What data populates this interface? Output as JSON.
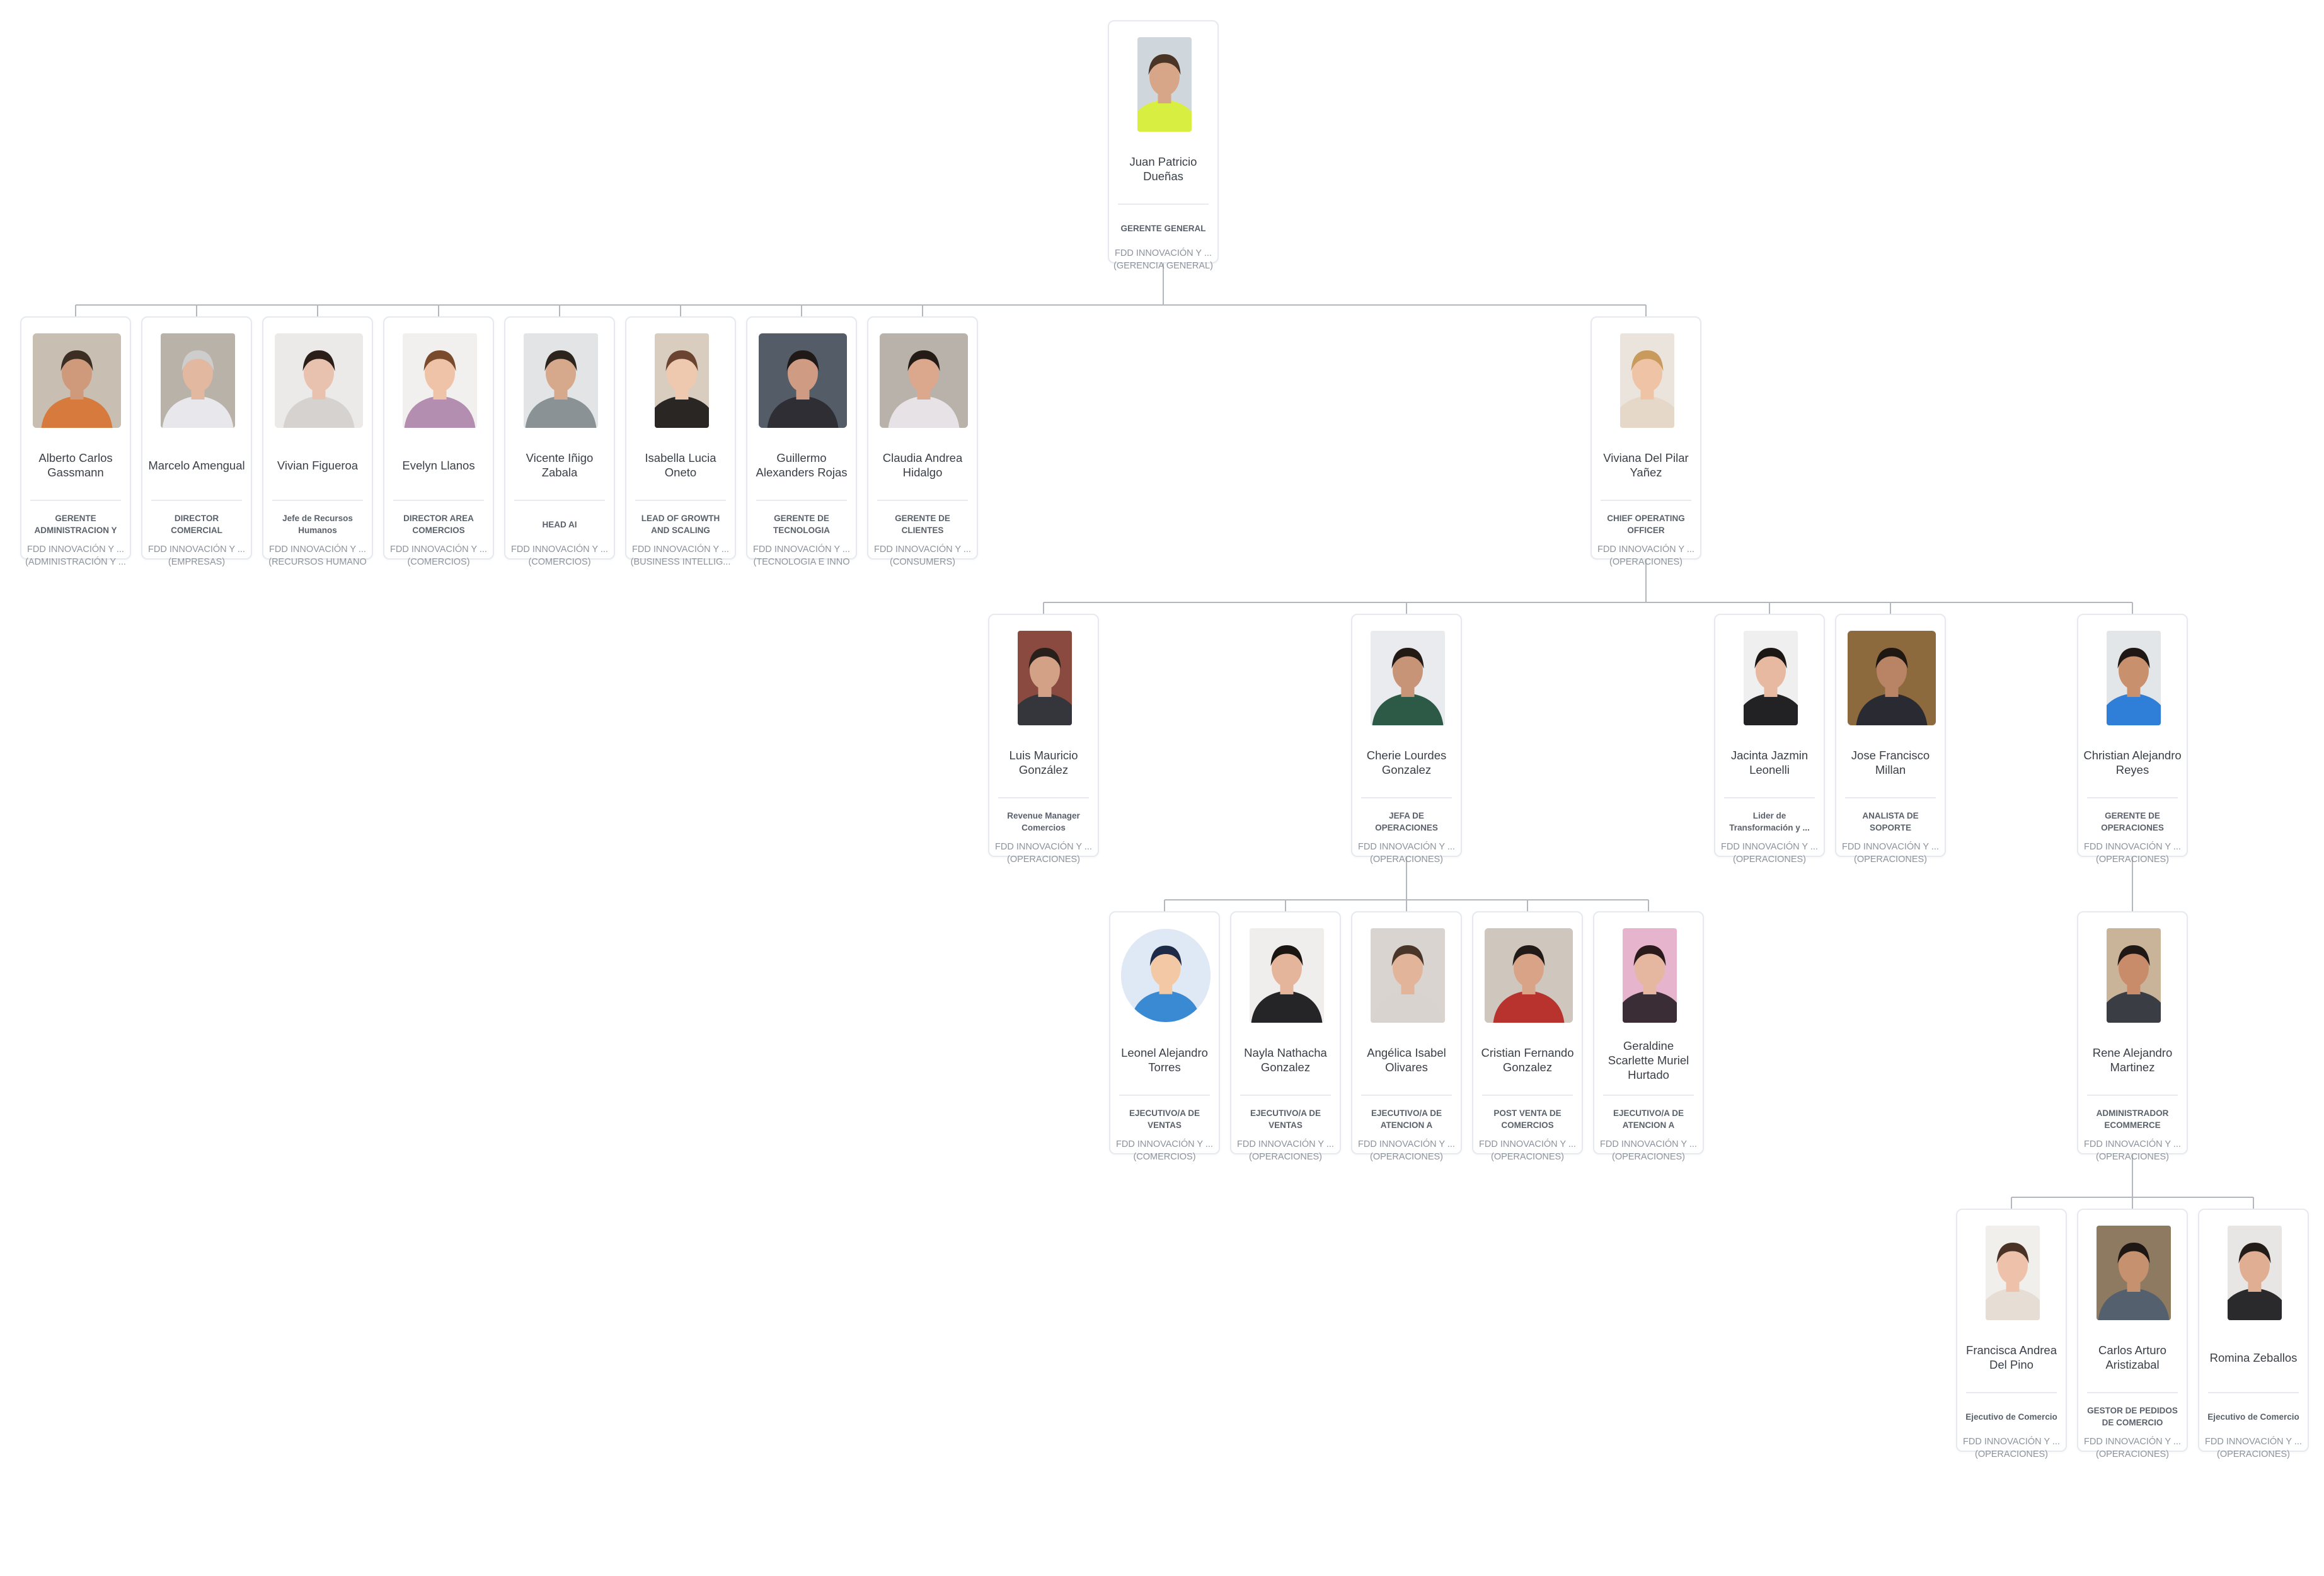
{
  "chart": {
    "nodes": [
      {
        "id": "root",
        "name": "Juan Patricio Dueñas",
        "title": "GERENTE GENERAL",
        "company": "FDD INNOVACIÓN Y ...",
        "department": "(GERENCIA GENERAL)",
        "photo": {
          "skin": "#d7a689",
          "hair": "#4a3426",
          "clothing": "#d8ef42",
          "bg": "#cfd6dc",
          "shape": "xnarrow"
        }
      },
      {
        "id": "n1",
        "name": "Alberto Carlos Gassmann",
        "title": "GERENTE ADMINISTRACION Y",
        "company": "FDD INNOVACIÓN Y ...",
        "department": "(ADMINISTRACIÓN Y ...",
        "photo": {
          "skin": "#cf9a7c",
          "hair": "#3d2e24",
          "clothing": "#d77a3e",
          "bg": "#c8bfb2",
          "shape": "rect"
        }
      },
      {
        "id": "n2",
        "name": "Marcelo Amengual",
        "title": "DIRECTOR COMERCIAL",
        "company": "FDD INNOVACIÓN Y ...",
        "department": "(EMPRESAS)",
        "photo": {
          "skin": "#e2b9a0",
          "hair": "#cdcdcd",
          "clothing": "#e7e7ec",
          "bg": "#b9b2a8",
          "shape": "narrow"
        }
      },
      {
        "id": "n3",
        "name": "Vivian Figueroa",
        "title": "Jefe de Recursos Humanos",
        "company": "FDD INNOVACIÓN Y ...",
        "department": "(RECURSOS HUMANO",
        "photo": {
          "skin": "#e8c2ae",
          "hair": "#2b1e18",
          "clothing": "#d6d2cf",
          "bg": "#eceae8",
          "shape": "rect"
        }
      },
      {
        "id": "n4",
        "name": "Evelyn Llanos",
        "title": "DIRECTOR AREA COMERCIOS",
        "company": "FDD INNOVACIÓN Y ...",
        "department": "(COMERCIOS)",
        "photo": {
          "skin": "#eec3a8",
          "hair": "#7a4a2c",
          "clothing": "#b48eb0",
          "bg": "#f2f0ef",
          "shape": "narrow"
        }
      },
      {
        "id": "n5",
        "name": "Vicente Iñigo Zabala",
        "title": "HEAD AI",
        "company": "FDD INNOVACIÓN Y ...",
        "department": "(COMERCIOS)",
        "photo": {
          "skin": "#d6a98d",
          "hair": "#2e241e",
          "clothing": "#8a9296",
          "bg": "#e2e4e5",
          "shape": "narrow"
        }
      },
      {
        "id": "n6",
        "name": "Isabella Lucia Oneto",
        "title": "LEAD OF GROWTH AND SCALING",
        "company": "FDD INNOVACIÓN Y ...",
        "department": "(BUSINESS INTELLIG...",
        "photo": {
          "skin": "#efc8b0",
          "hair": "#6a4431",
          "clothing": "#2a2624",
          "bg": "#d8cdbf",
          "shape": "xnarrow"
        }
      },
      {
        "id": "n7",
        "name": "Guillermo Alexanders Rojas",
        "title": "GERENTE DE TECNOLOGIA",
        "company": "FDD INNOVACIÓN Y ...",
        "department": "(TECNOLOGIA E INNO",
        "photo": {
          "skin": "#cf9b83",
          "hair": "#1f1a18",
          "clothing": "#2e2e34",
          "bg": "#545c68",
          "shape": "rect"
        }
      },
      {
        "id": "n8",
        "name": "Claudia Andrea Hidalgo",
        "title": "GERENTE DE CLIENTES",
        "company": "FDD INNOVACIÓN Y ...",
        "department": "(CONSUMERS)",
        "photo": {
          "skin": "#dba88e",
          "hair": "#241a16",
          "clothing": "#e6e2e6",
          "bg": "#b8b2ab",
          "shape": "rect"
        }
      },
      {
        "id": "n9",
        "name": "Viviana Del Pilar Yañez",
        "title": "CHIEF OPERATING OFFICER",
        "company": "FDD INNOVACIÓN Y ...",
        "department": "(OPERACIONES)",
        "photo": {
          "skin": "#efc3a5",
          "hair": "#c89a5c",
          "clothing": "#e6d8c8",
          "bg": "#eae4dc",
          "shape": "xnarrow"
        }
      },
      {
        "id": "n10",
        "name": "Luis Mauricio González",
        "title": "Revenue Manager Comercios",
        "company": "FDD INNOVACIÓN Y ...",
        "department": "(OPERACIONES)",
        "photo": {
          "skin": "#d3a286",
          "hair": "#2a201b",
          "clothing": "#34363c",
          "bg": "#8a4a40",
          "shape": "xnarrow"
        }
      },
      {
        "id": "n11",
        "name": "Cherie Lourdes Gonzalez",
        "title": "JEFA DE OPERACIONES",
        "company": "FDD INNOVACIÓN Y ...",
        "department": "(OPERACIONES)",
        "photo": {
          "skin": "#c89478",
          "hair": "#241a15",
          "clothing": "#2d5a46",
          "bg": "#e9ebee",
          "shape": "narrow"
        }
      },
      {
        "id": "n12",
        "name": "Jacinta Jazmin Leonelli",
        "title": "Lider de Transformación y ...",
        "company": "FDD INNOVACIÓN Y ...",
        "department": "(OPERACIONES)",
        "photo": {
          "skin": "#e6b9a0",
          "hair": "#1c1614",
          "clothing": "#222225",
          "bg": "#efefef",
          "shape": "xnarrow"
        }
      },
      {
        "id": "n13",
        "name": "Jose Francisco Millan",
        "title": "ANALISTA DE SOPORTE",
        "company": "FDD INNOVACIÓN Y ...",
        "department": "(OPERACIONES)",
        "photo": {
          "skin": "#b98466",
          "hair": "#1f1712",
          "clothing": "#2a2a32",
          "bg": "#8c6a3e",
          "shape": "rect"
        }
      },
      {
        "id": "n14",
        "name": "Christian Alejandro Reyes",
        "title": "GERENTE DE OPERACIONES",
        "company": "FDD INNOVACIÓN Y ...",
        "department": "(OPERACIONES)",
        "photo": {
          "skin": "#c9906e",
          "hair": "#1e1714",
          "clothing": "#2f7fd8",
          "bg": "#e3e6e9",
          "shape": "xnarrow"
        }
      },
      {
        "id": "n15",
        "name": "Leonel Alejandro Torres",
        "title": "EJECUTIVO/A DE VENTAS",
        "company": "FDD INNOVACIÓN Y ...",
        "department": "(COMERCIOS)",
        "photo": {
          "skin": "#f3c9a5",
          "hair": "#1d2a48",
          "clothing": "#3a8ad3",
          "bg": "#dfe9f6",
          "shape": "round"
        }
      },
      {
        "id": "n16",
        "name": "Nayla Nathacha Gonzalez",
        "title": "EJECUTIVO/A DE VENTAS",
        "company": "FDD INNOVACIÓN Y ...",
        "department": "(OPERACIONES)",
        "photo": {
          "skin": "#e4b59a",
          "hair": "#1b1512",
          "clothing": "#252426",
          "bg": "#f0eeec",
          "shape": "narrow"
        }
      },
      {
        "id": "n17",
        "name": "Angélica Isabel Olivares",
        "title": "EJECUTIVO/A DE ATENCION A",
        "company": "FDD INNOVACIÓN Y ...",
        "department": "(OPERACIONES)",
        "photo": {
          "skin": "#e2b49a",
          "hair": "#4a3628",
          "clothing": "#d8d3cf",
          "bg": "#d9d4cf",
          "shape": "narrow"
        }
      },
      {
        "id": "n18",
        "name": "Cristian Fernando Gonzalez",
        "title": "POST VENTA DE COMERCIOS",
        "company": "FDD INNOVACIÓN Y ...",
        "department": "(OPERACIONES)",
        "photo": {
          "skin": "#d8a386",
          "hair": "#221a16",
          "clothing": "#b8332e",
          "bg": "#cfc6bd",
          "shape": "rect"
        }
      },
      {
        "id": "n19",
        "name": "Geraldine Scarlette Muriel Hurtado",
        "title": "EJECUTIVO/A DE ATENCION A",
        "company": "FDD INNOVACIÓN Y ...",
        "department": "(OPERACIONES)",
        "photo": {
          "skin": "#e5b6a0",
          "hair": "#2a1a1c",
          "clothing": "#3b2d36",
          "bg": "#e6b4cc",
          "shape": "xnarrow"
        }
      },
      {
        "id": "n20",
        "name": "Rene Alejandro Martinez",
        "title": "ADMINISTRADOR ECOMMERCE",
        "company": "FDD INNOVACIÓN Y ...",
        "department": "(OPERACIONES)",
        "photo": {
          "skin": "#c98c6a",
          "hair": "#1f1814",
          "clothing": "#3a3d44",
          "bg": "#c9b49a",
          "shape": "xnarrow"
        }
      },
      {
        "id": "n21",
        "name": "Francisca Andrea Del Pino",
        "title": "Ejecutivo de Comercio",
        "company": "FDD INNOVACIÓN Y ...",
        "department": "(OPERACIONES)",
        "photo": {
          "skin": "#eec2aa",
          "hair": "#4a3226",
          "clothing": "#e6ddd5",
          "bg": "#f1efec",
          "shape": "xnarrow"
        }
      },
      {
        "id": "n22",
        "name": "Carlos Arturo Aristizabal",
        "title": "GESTOR DE PEDIDOS DE COMERCIO",
        "company": "FDD INNOVACIÓN Y ...",
        "department": "(OPERACIONES)",
        "photo": {
          "skin": "#c6916f",
          "hair": "#1e1714",
          "clothing": "#55606e",
          "bg": "#8e7a60",
          "shape": "narrow"
        }
      },
      {
        "id": "n23",
        "name": "Romina Zeballos",
        "title": "Ejecutivo de Comercio",
        "company": "FDD INNOVACIÓN Y ...",
        "department": "(OPERACIONES)",
        "photo": {
          "skin": "#e0ae92",
          "hair": "#241c18",
          "clothing": "#2a2a2c",
          "bg": "#e8e6e4",
          "shape": "xnarrow"
        }
      }
    ],
    "edges": [
      [
        "root",
        "n1"
      ],
      [
        "root",
        "n2"
      ],
      [
        "root",
        "n3"
      ],
      [
        "root",
        "n4"
      ],
      [
        "root",
        "n5"
      ],
      [
        "root",
        "n6"
      ],
      [
        "root",
        "n7"
      ],
      [
        "root",
        "n8"
      ],
      [
        "root",
        "n9"
      ],
      [
        "n9",
        "n10"
      ],
      [
        "n9",
        "n11"
      ],
      [
        "n9",
        "n12"
      ],
      [
        "n9",
        "n13"
      ],
      [
        "n9",
        "n14"
      ],
      [
        "n11",
        "n15"
      ],
      [
        "n11",
        "n16"
      ],
      [
        "n11",
        "n17"
      ],
      [
        "n11",
        "n18"
      ],
      [
        "n11",
        "n19"
      ],
      [
        "n14",
        "n20"
      ],
      [
        "n20",
        "n21"
      ],
      [
        "n20",
        "n22"
      ],
      [
        "n20",
        "n23"
      ]
    ],
    "colors": {
      "connector": "#b3b8bf",
      "card_border": "#e6e9ee",
      "name_text": "#3a3f47",
      "title_text": "#5b616b",
      "meta_text": "#8d939c"
    }
  }
}
